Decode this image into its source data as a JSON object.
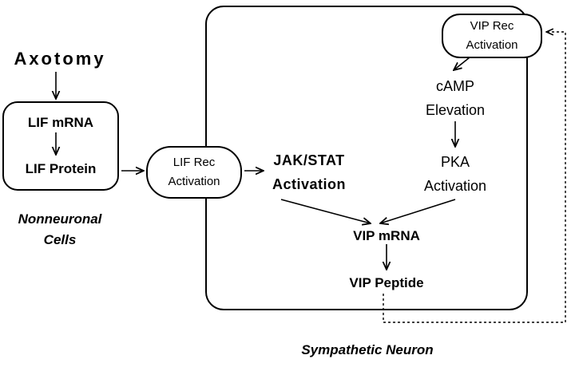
{
  "axotomy": "Axotomy",
  "lif_mrna": "LIF mRNA",
  "lif_protein": "LIF Protein",
  "nonneuronal": [
    "Nonneuronal",
    "Cells"
  ],
  "lif_rec": [
    "LIF Rec",
    "Activation"
  ],
  "jak_stat": [
    "JAK/STAT",
    "Activation"
  ],
  "vip_rec": [
    "VIP Rec",
    "Activation"
  ],
  "camp": [
    "cAMP",
    "Elevation"
  ],
  "pka": [
    "PKA",
    "Activation"
  ],
  "vip_mrna": "VIP mRNA",
  "vip_peptide": "VIP Peptide",
  "sympathetic_neuron": "Sympathetic Neuron"
}
